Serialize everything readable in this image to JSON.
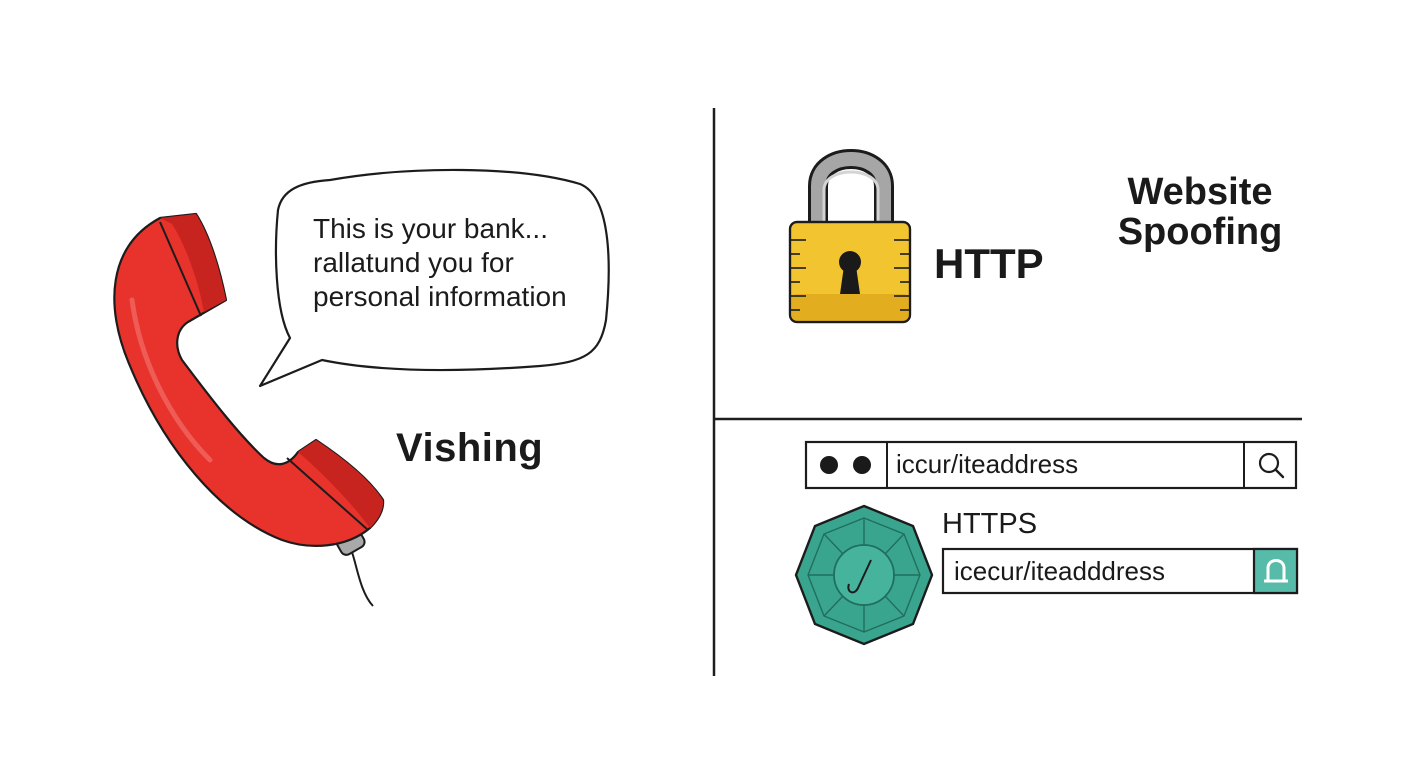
{
  "vishing": {
    "speech_lines": [
      "This is your bank...",
      "rallatund you for",
      "personal information"
    ],
    "label": "Vishing",
    "phone_color": "#e8322c"
  },
  "spoofing": {
    "title_line1": "Website",
    "title_line2": "Spoofing",
    "http_label": "HTTP",
    "https_label": "HTTPS",
    "insecure_address": "iccur/iteaddress",
    "secure_address": "icecur/iteadddress",
    "lock_color": "#f2c430",
    "shield_color": "#3aa58f",
    "secure_button_color": "#56bba8"
  },
  "icons": [
    "phone-handset-icon",
    "padlock-icon",
    "search-icon",
    "secure-lock-icon",
    "shield-badge-icon",
    "window-dots-icon"
  ]
}
